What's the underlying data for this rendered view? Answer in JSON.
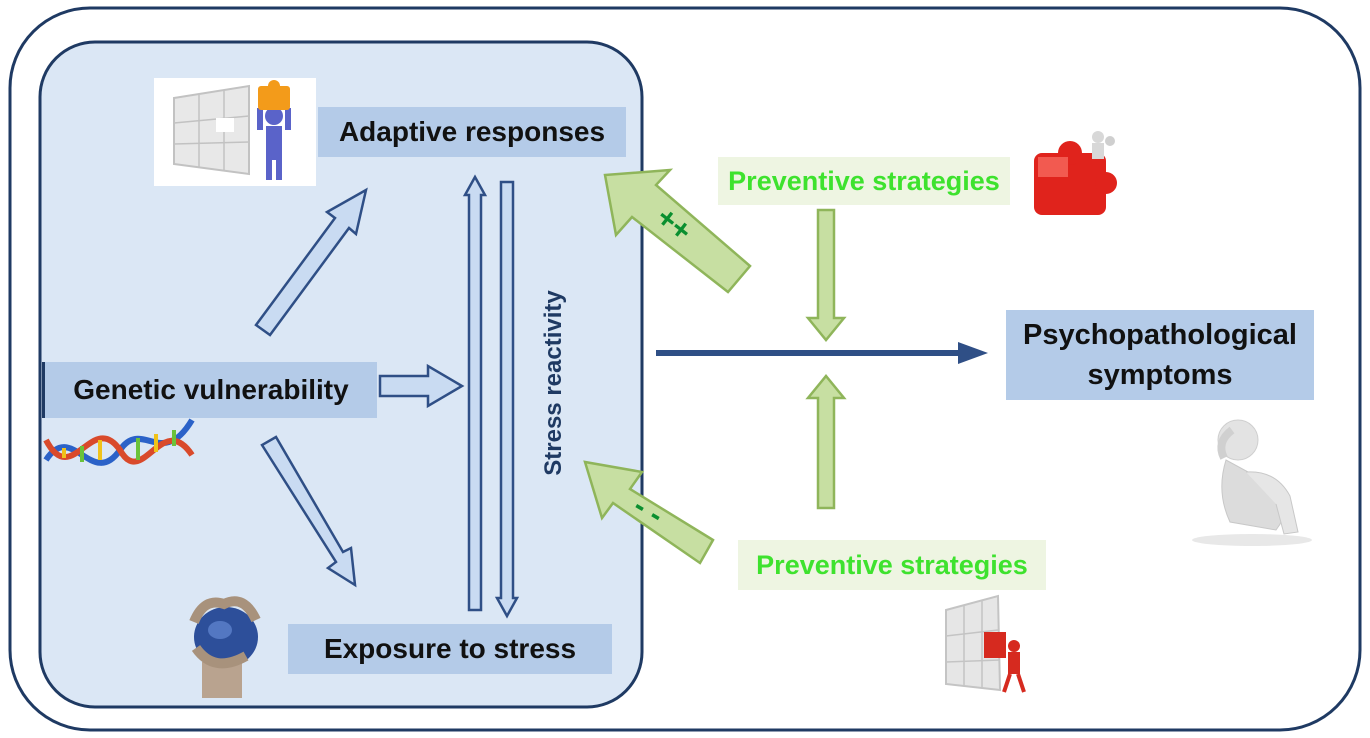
{
  "labels": {
    "adaptive": "Adaptive responses",
    "genetic": "Genetic vulnerability",
    "exposure": "Exposure to stress",
    "stress_reactivity": "Stress reactivity",
    "preventive_top": "Preventive strategies",
    "preventive_bottom": "Preventive strategies",
    "psycho_line1": "Psychopathological",
    "psycho_line2": "symptoms"
  },
  "symbols": {
    "plus": "++",
    "minus": "- -"
  },
  "icons": {
    "adaptive": "puzzle-person-icon",
    "genetic": "dna-helix-icon",
    "exposure": "stress-ball-hand-icon",
    "preventive_top": "red-puzzle-piece-icon",
    "preventive_bottom": "puzzle-wall-icon",
    "psycho": "sad-person-icon"
  },
  "colors": {
    "frame": "#1f3a63",
    "panel": "#dbe7f5",
    "blue_arrow_fill": "#c9dbf2",
    "blue_arrow_stroke": "#2f4f86",
    "green_arrow_fill": "#c7dfa2",
    "green_arrow_stroke": "#8fb55a",
    "green_text": "#3ee22e"
  }
}
